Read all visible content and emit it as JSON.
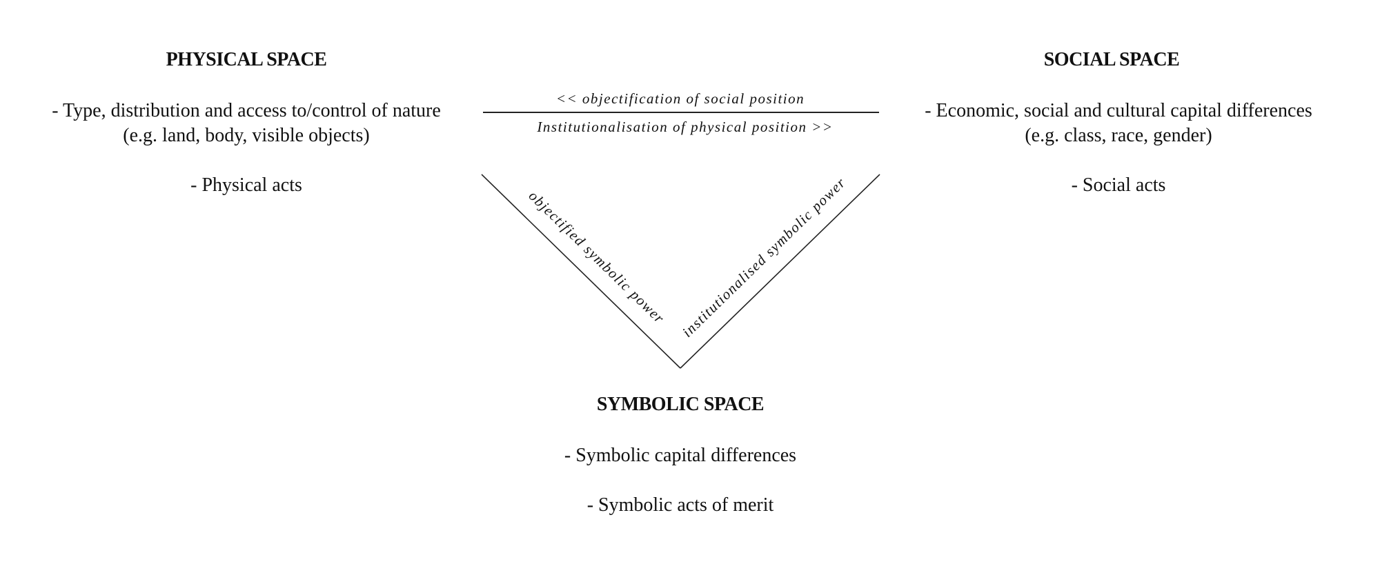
{
  "physical": {
    "title": "PHYSICAL SPACE",
    "line1": "- Type, distribution and access to/control of nature",
    "line2": "(e.g. land, body, visible objects)",
    "acts": "- Physical acts"
  },
  "social": {
    "title": "SOCIAL SPACE",
    "line1": "- Economic, social and cultural capital differences",
    "line2": "(e.g. class, race, gender)",
    "acts": "- Social acts"
  },
  "symbolic": {
    "title": "SYMBOLIC SPACE",
    "line1": "- Symbolic capital differences",
    "acts": "- Symbolic acts of merit"
  },
  "connectors": {
    "top_upper": "<< objectification of social position",
    "top_lower": "Institutionalisation of physical position >>",
    "left_diagonal": "objectified symbolic power",
    "right_diagonal": "institutionalised symbolic power"
  }
}
